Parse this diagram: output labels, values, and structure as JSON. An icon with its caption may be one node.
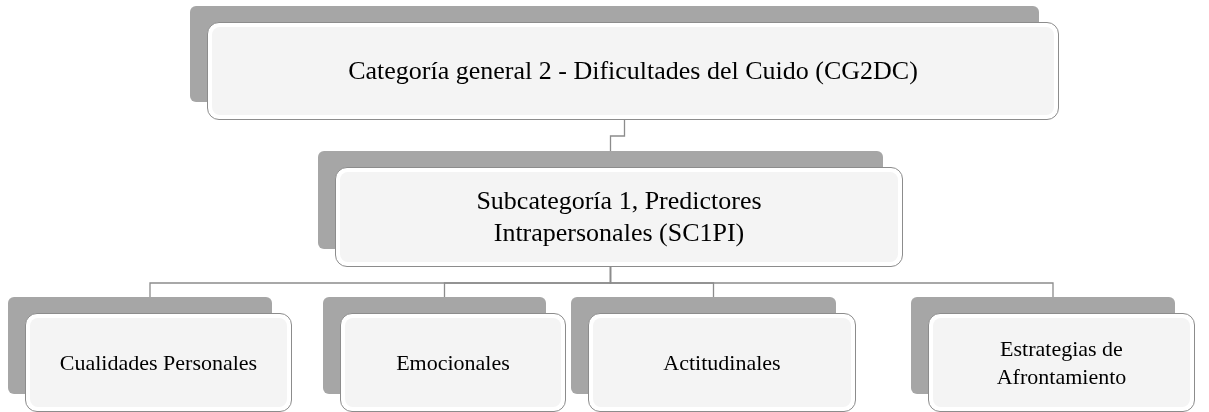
{
  "diagram": {
    "nodes": [
      {
        "text": [
          "Categoría general 2 - Dificultades del Cuido (CG2DC)"
        ]
      },
      {
        "text": [
          "Subcategoría 1, Predictores Intrapersonales (SC1PI)"
        ]
      },
      {
        "text": [
          "Cualidades Personales"
        ]
      },
      {
        "text": [
          "Emocionales"
        ]
      },
      {
        "text": [
          "Actitudinales"
        ]
      },
      {
        "text": [
          "Estrategias de Afrontamiento"
        ]
      }
    ],
    "edges": [
      {
        "from": 0,
        "to": 1,
        "arrow": "none"
      },
      {
        "from": 1,
        "to": 2,
        "arrow": "none"
      },
      {
        "from": 1,
        "to": 3,
        "arrow": "none"
      },
      {
        "from": 1,
        "to": 4,
        "arrow": "none"
      },
      {
        "from": 1,
        "to": 5,
        "arrow": "none"
      }
    ]
  }
}
